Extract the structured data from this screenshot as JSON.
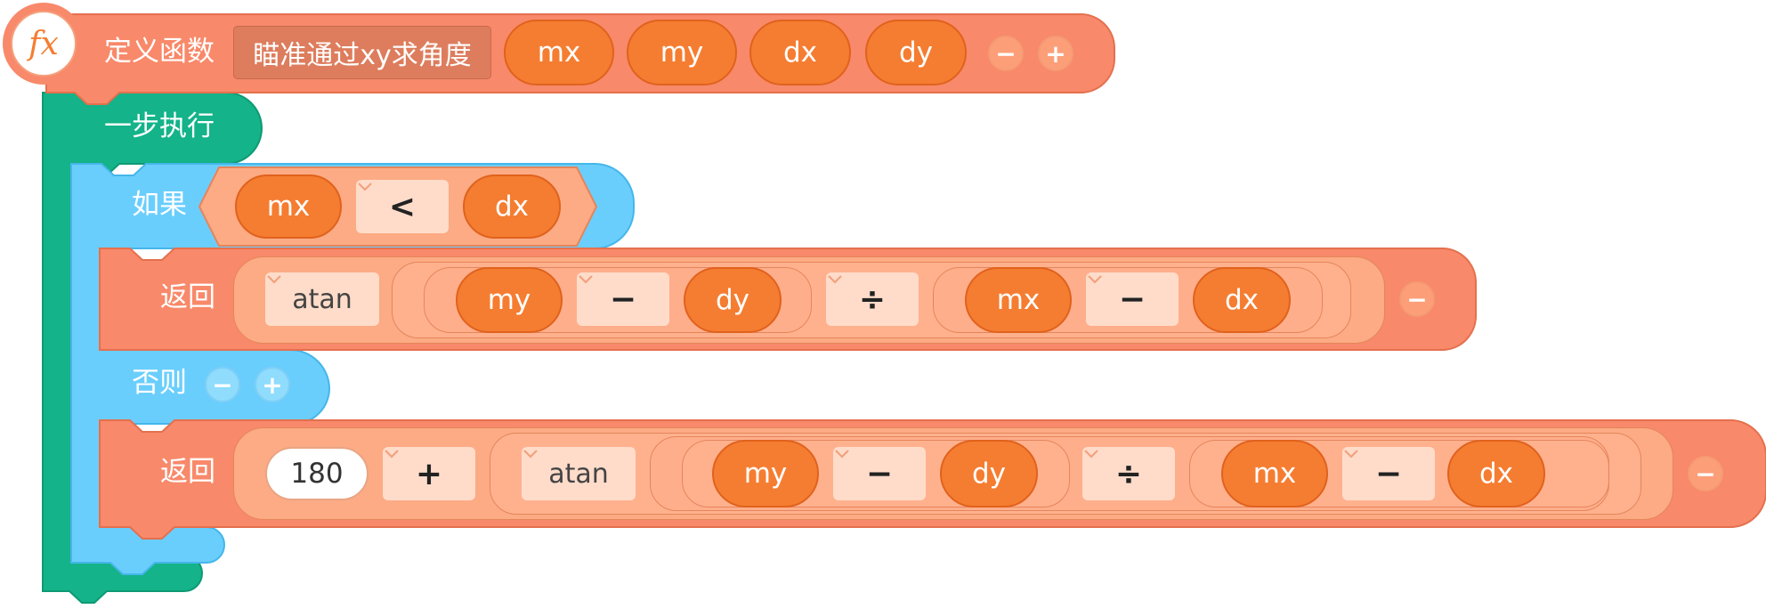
{
  "define_block": {
    "icon_text": "fx",
    "label": "定义函数",
    "function_name": "瞄准通过xy求角度",
    "params": [
      "mx",
      "my",
      "dx",
      "dy"
    ],
    "remove_symbol": "−",
    "add_symbol": "+"
  },
  "step_block": {
    "label": "一步执行"
  },
  "if_block": {
    "label": "如果",
    "condition": {
      "left": "mx",
      "operator": "<",
      "right": "dx"
    },
    "else_label": "否则",
    "remove_symbol": "−",
    "add_symbol": "+"
  },
  "return_1": {
    "label": "返回",
    "func": "atan",
    "numerator": {
      "left": "my",
      "op": "−",
      "right": "dy"
    },
    "divide_op": "÷",
    "denominator": {
      "left": "mx",
      "op": "−",
      "right": "dx"
    },
    "remove_symbol": "−"
  },
  "return_2": {
    "label": "返回",
    "constant": "180",
    "plus_op": "+",
    "func": "atan",
    "numerator": {
      "left": "my",
      "op": "−",
      "right": "dy"
    },
    "divide_op": "÷",
    "denominator": {
      "left": "mx",
      "op": "−",
      "right": "dx"
    },
    "remove_symbol": "−"
  },
  "colors": {
    "procedure": "#f8896a",
    "procedure_border": "#e4704e",
    "step": "#14b389",
    "step_border": "#0e9a74",
    "control": "#6acefd",
    "control_border": "#45b6ea",
    "variable": "#f57d31",
    "dropdown": "#ffdcca"
  }
}
